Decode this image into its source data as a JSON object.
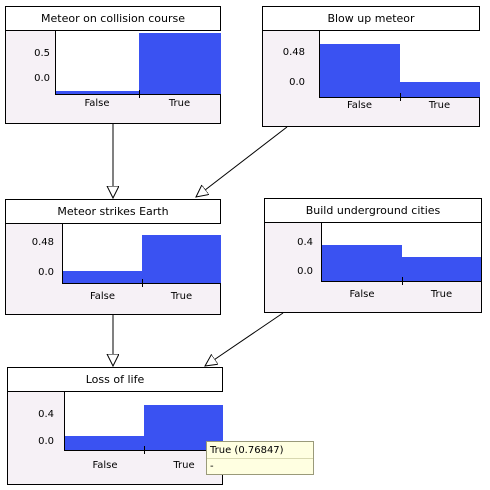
{
  "nodes": {
    "meteor_collision": {
      "title": "Meteor on collision course",
      "ticks": [
        "0.5",
        "0.0"
      ],
      "labels": [
        "False",
        "True"
      ],
      "values": [
        0.05,
        0.95
      ]
    },
    "blow_up": {
      "title": "Blow up meteor",
      "ticks": [
        "0.48",
        "0.0"
      ],
      "labels": [
        "False",
        "True"
      ],
      "values": [
        0.78,
        0.22
      ]
    },
    "strikes_earth": {
      "title": "Meteor strikes Earth",
      "ticks": [
        "0.48",
        "0.0"
      ],
      "labels": [
        "False",
        "True"
      ],
      "values": [
        0.2,
        0.8
      ]
    },
    "underground": {
      "title": "Build underground cities",
      "ticks": [
        "0.4",
        "0.0"
      ],
      "labels": [
        "False",
        "True"
      ],
      "values": [
        0.6,
        0.4
      ]
    },
    "loss_of_life": {
      "title": "Loss of life",
      "ticks": [
        "0.4",
        "0.0"
      ],
      "labels": [
        "False",
        "True"
      ],
      "values": [
        0.23153,
        0.76847
      ]
    }
  },
  "tooltip": {
    "line1": "True (0.76847)",
    "line2": "-"
  },
  "colors": {
    "bar": "#3a52f2",
    "node_bg": "#f6f1f6"
  }
}
